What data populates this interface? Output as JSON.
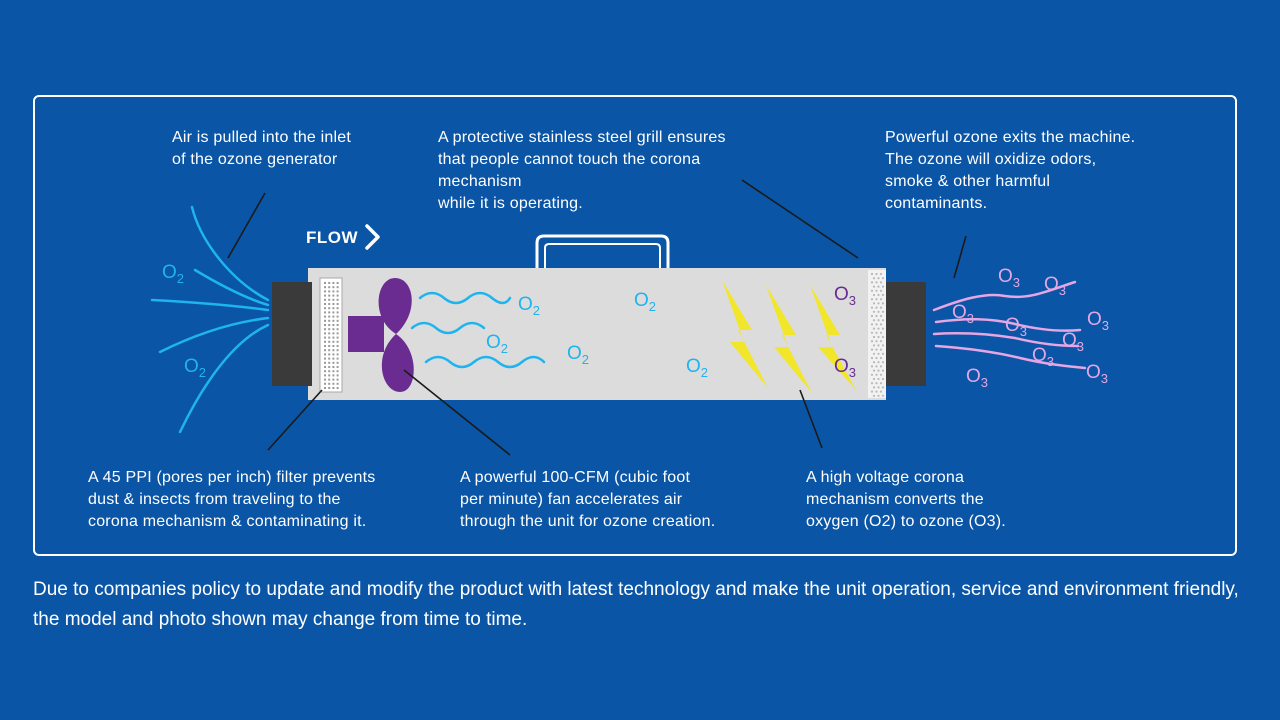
{
  "annotations": {
    "inlet": "Air is pulled into the inlet\nof the ozone generator",
    "grill": "A protective stainless steel grill ensures\nthat people cannot touch the corona\nmechanism\nwhile it is operating.",
    "exit": "Powerful ozone exits the machine.\nThe ozone will oxidize odors,\nsmoke & other harmful\ncontaminants.",
    "filter": "A 45 PPI (pores per inch) filter prevents\ndust & insects from traveling to the\ncorona mechanism & contaminating it.",
    "fan": "A powerful 100-CFM (cubic foot\nper minute) fan accelerates air\nthrough the unit for ozone creation.",
    "corona": "A high voltage corona\nmechanism converts the\noxygen (O2) to ozone (O3)."
  },
  "flow_label": "FLOW",
  "molecules": {
    "o2_symbol": "O",
    "o2_subscript": "2",
    "o3_symbol": "O",
    "o3_subscript": "3"
  },
  "disclaimer": "Due to companies policy to update and modify the product with latest technology and make the unit operation, service and environment friendly, the model and photo shown may change from time to time.",
  "colors": {
    "background": "#0a55a6",
    "o2_blue": "#1eb4ef",
    "o3_purple": "#6a2c91",
    "ozone_pink": "#e6a6e3",
    "lightning": "#f2e62b",
    "housing": "#dcdcdc",
    "cap": "#3a3a3a"
  }
}
